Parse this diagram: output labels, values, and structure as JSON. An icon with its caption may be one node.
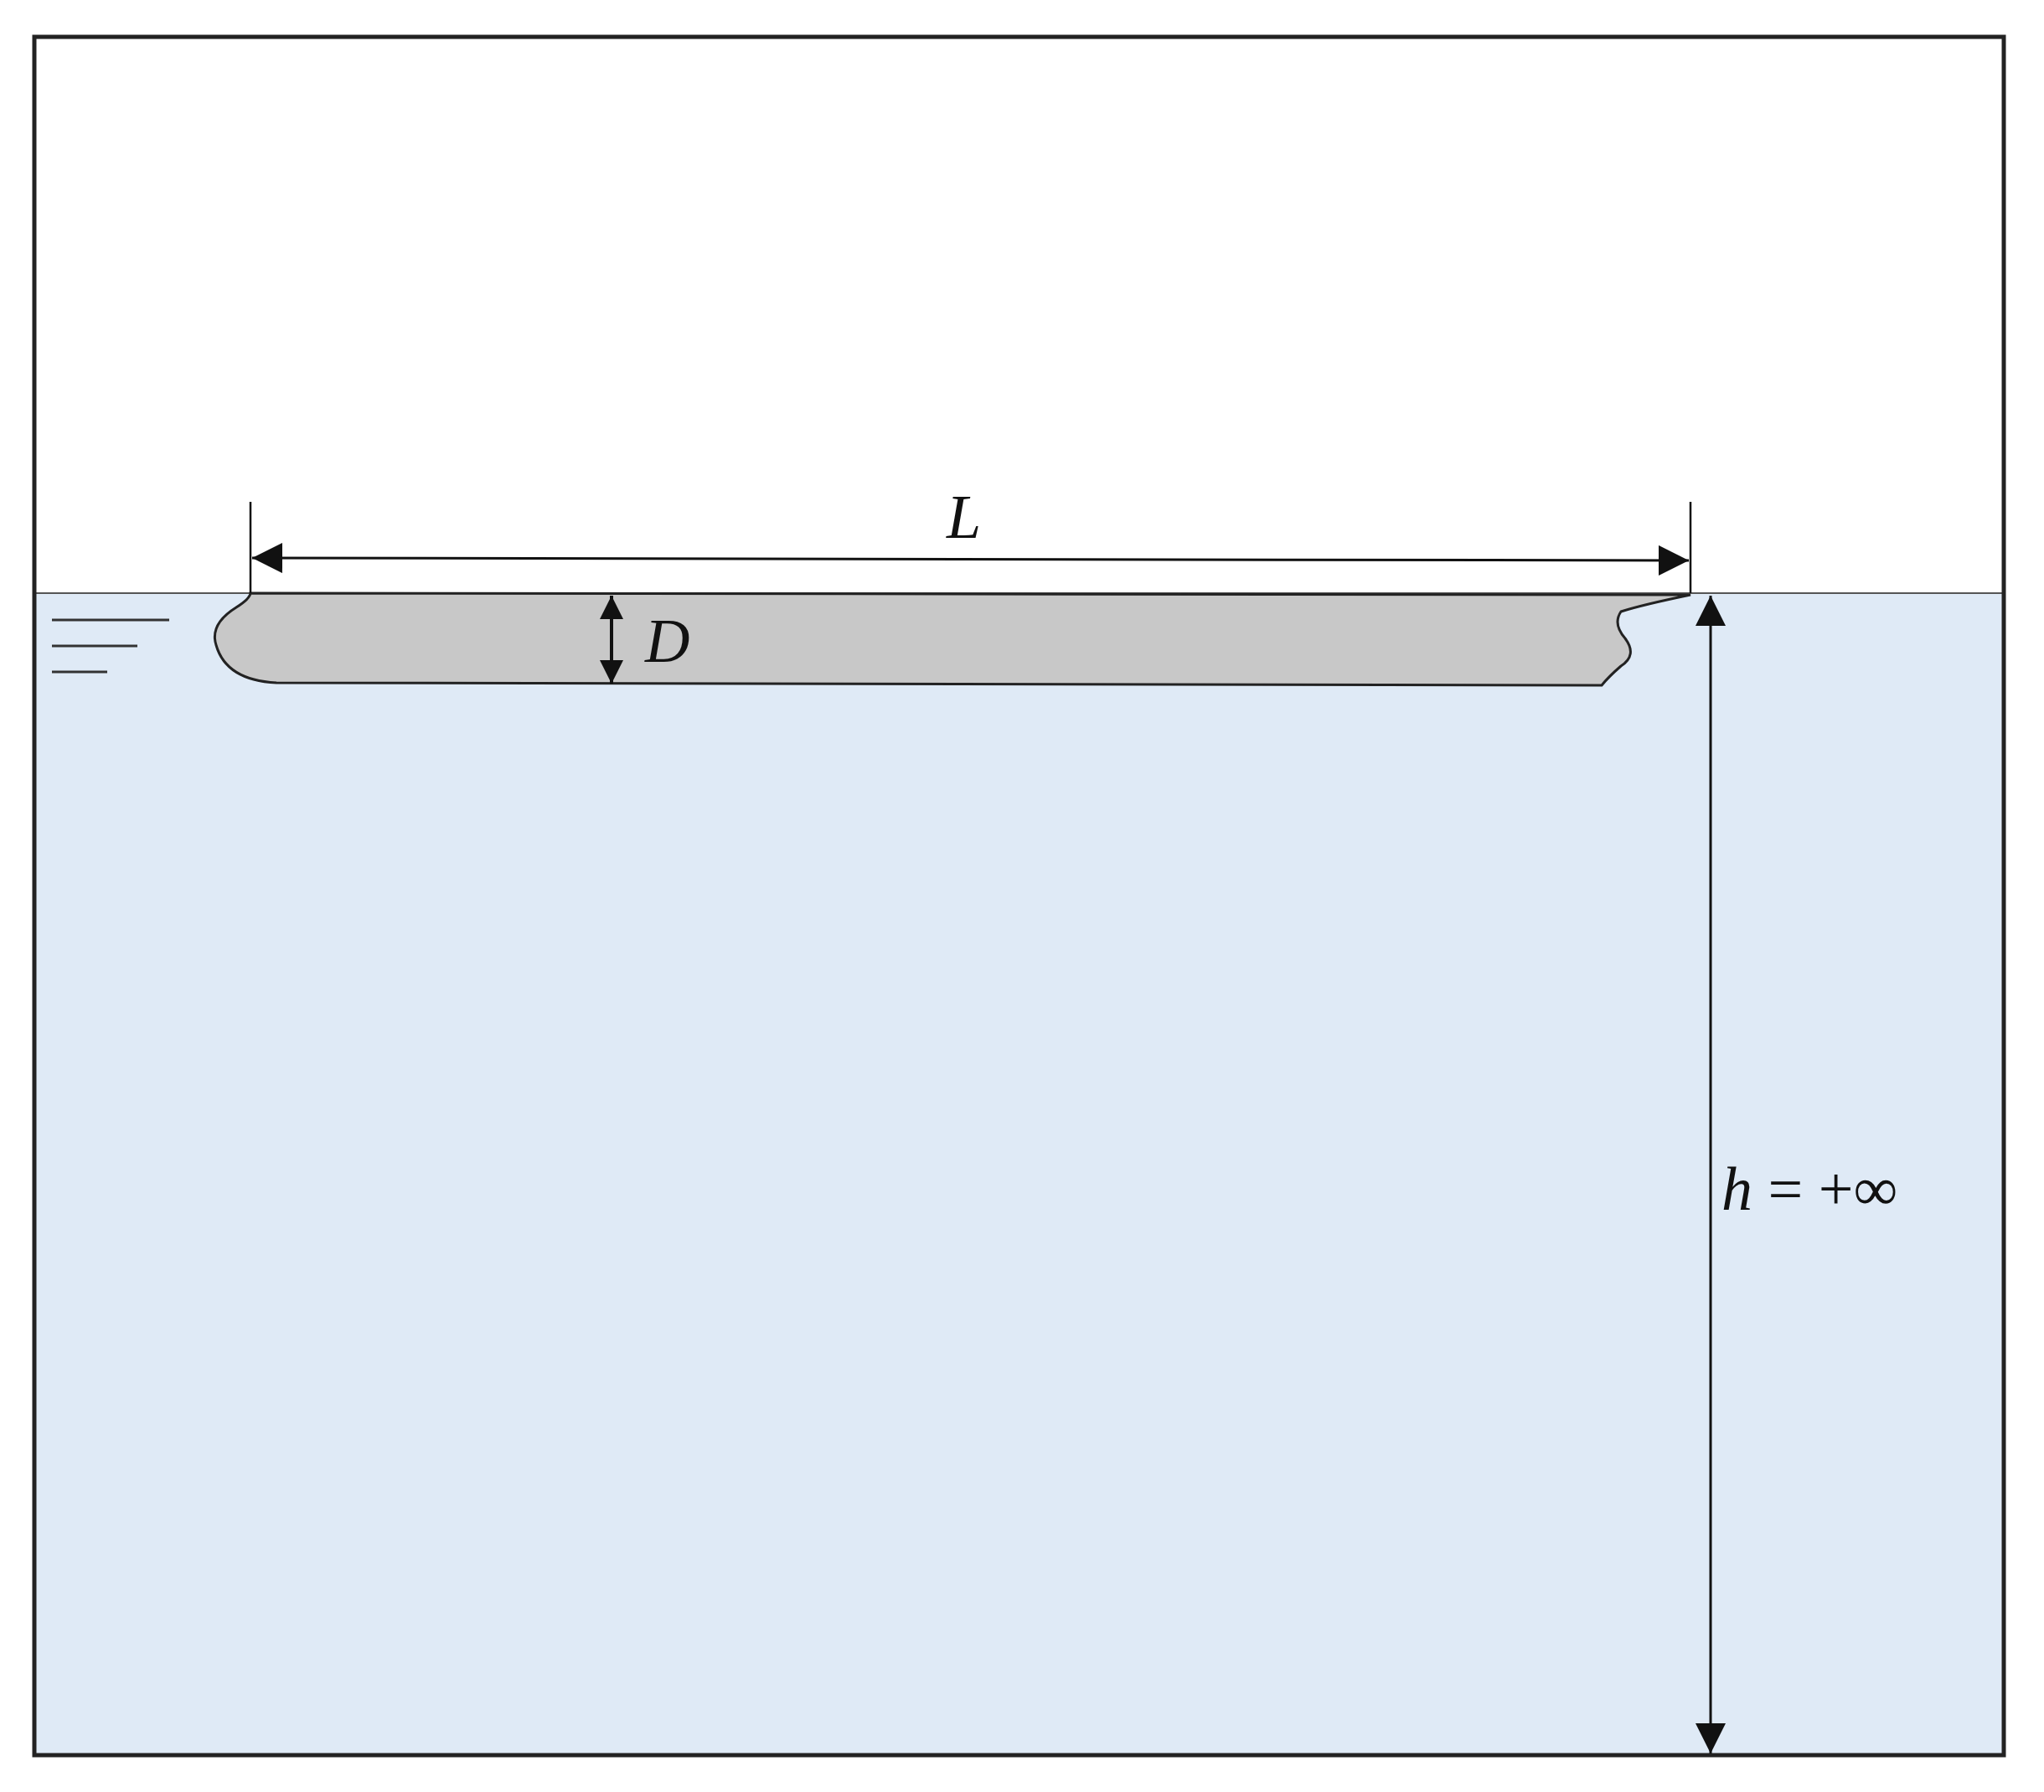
{
  "diagram": {
    "labels": [
      "L",
      "D",
      "*h* = +∞"
    ]
  }
}
